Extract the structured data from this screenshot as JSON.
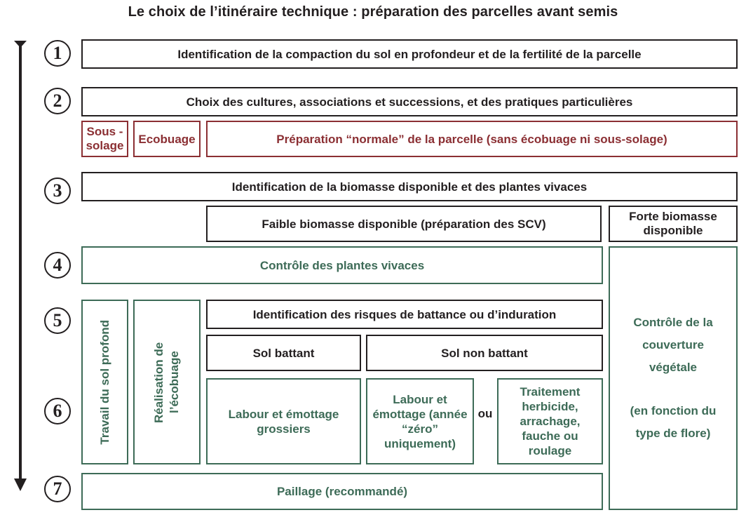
{
  "title": "Le choix de l’itinéraire technique : préparation des parcelles avant semis",
  "steps": [
    "1",
    "2",
    "3",
    "4",
    "5",
    "6",
    "7"
  ],
  "boxes": {
    "identification_compaction": "Identification de la compaction du sol en profondeur et de la fertilité de la parcelle",
    "choix_cultures": "Choix des cultures, associations et successions, et des pratiques particulières",
    "sous_solage": "Sous - solage",
    "ecobuage": "Ecobuage",
    "preparation_normale": "Préparation “normale” de la parcelle (sans écobuage ni sous-solage)",
    "identification_biomasse": "Identification de la biomasse disponible et des plantes vivaces",
    "faible_biomasse": "Faible biomasse disponible (préparation des SCV)",
    "forte_biomasse": "Forte biomasse disponible",
    "controle_vivaces": "Contrôle des plantes vivaces",
    "controle_couverture": "Contrôle de la couverture végétale",
    "controle_couverture_note": "(en fonction du type de flore)",
    "travail_sol_profond": "Travail du sol profond",
    "realisation_ecobuage": "Réalisation de l’écobuage",
    "identification_battance": "Identification des risques de battance ou d’induration",
    "sol_battant": "Sol battant",
    "sol_non_battant": "Sol non battant",
    "labour_grossiers": "Labour et émottage grossiers",
    "labour_annee_zero": "Labour et émottage (année “zéro” uniquement)",
    "ou": "ou",
    "traitement_herbicide": "Traitement herbicide, arrachage, fauche ou roulage",
    "paillage": "Paillage (recommandé)"
  }
}
